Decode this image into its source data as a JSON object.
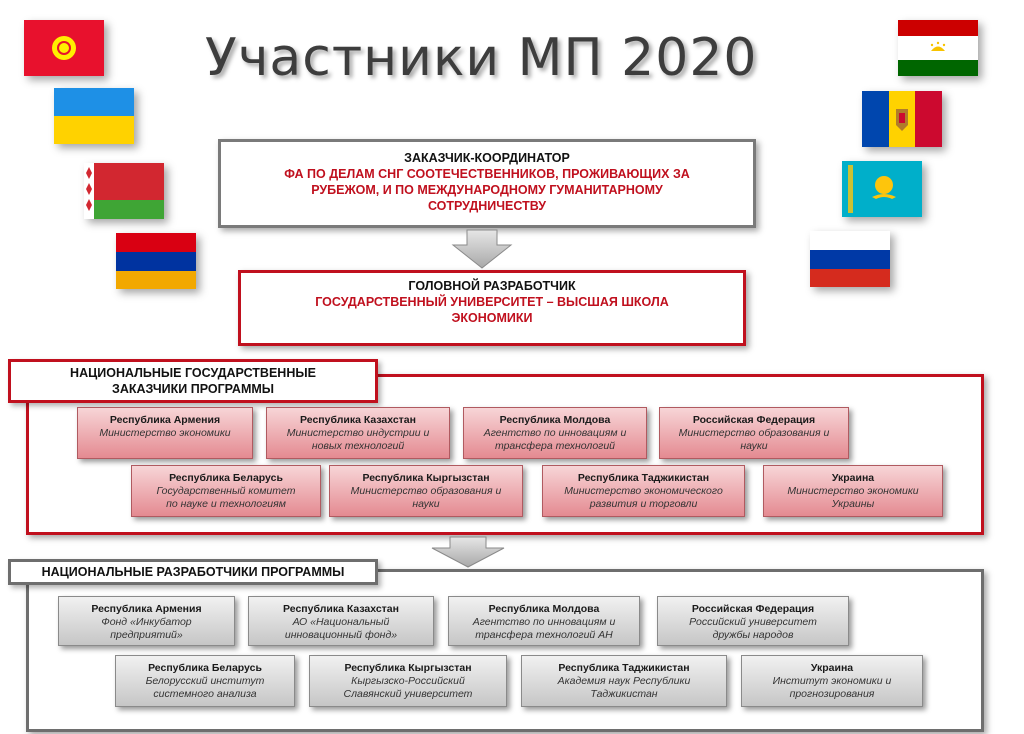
{
  "title": "Участники МП 2020",
  "flags_left": [
    "flag-kyrgyzstan",
    "flag-ukraine",
    "flag-belarus",
    "flag-armenia"
  ],
  "flags_right": [
    "flag-tajikistan",
    "flag-moldova",
    "flag-kazakhstan",
    "flag-russia"
  ],
  "coordinator": {
    "label": "ЗАКАЗЧИК-КООРДИНАТОР",
    "org_lines": [
      "ФА ПО ДЕЛАМ СНГ СООТЕЧЕСТВЕННИКОВ, ПРОЖИВАЮЩИХ ЗА",
      "РУБЕЖОМ, И ПО МЕЖДУНАРОДНОМУ ГУМАНИТАРНОМУ",
      "СОТРУДНИЧЕСТВУ"
    ]
  },
  "developer": {
    "label": "ГОЛОВНОЙ РАЗРАБОТЧИК",
    "org_lines": [
      "ГОСУДАРСТВЕННЫЙ УНИВЕРСИТЕТ – ВЫСШАЯ ШКОЛА",
      "ЭКОНОМИКИ"
    ]
  },
  "customers": {
    "label_lines": [
      "НАЦИОНАЛЬНЫЕ ГОСУДАРСТВЕННЫЕ",
      "ЗАКАЗЧИКИ ПРОГРАММЫ"
    ],
    "cards": [
      {
        "country": "Республика Армения",
        "org_lines": [
          "Министерство экономики"
        ]
      },
      {
        "country": "Республика Казахстан",
        "org_lines": [
          "Министерство индустрии и",
          "новых технологий"
        ]
      },
      {
        "country": "Республика Молдова",
        "org_lines": [
          "Агентство по инновациям и",
          "трансфера технологий"
        ]
      },
      {
        "country": "Российская Федерация",
        "org_lines": [
          "Министерство образования и",
          "науки"
        ]
      },
      {
        "country": "Республика Беларусь",
        "org_lines": [
          "Государственный комитет",
          "по науке и технологиям"
        ]
      },
      {
        "country": "Республика Кыргызстан",
        "org_lines": [
          "Министерство образования и",
          "науки"
        ]
      },
      {
        "country": "Республика Таджикистан",
        "org_lines": [
          "Министерство экономического",
          "развития и торговли"
        ]
      },
      {
        "country": "Украина",
        "org_lines": [
          "Министерство экономики",
          "Украины"
        ]
      }
    ]
  },
  "developers": {
    "label": "НАЦИОНАЛЬНЫЕ РАЗРАБОТЧИКИ ПРОГРАММЫ",
    "cards": [
      {
        "country": "Республика Армения",
        "org_lines": [
          "Фонд «Инкубатор",
          "предприятий»"
        ]
      },
      {
        "country": "Республика Казахстан",
        "org_lines": [
          "АО «Национальный",
          "инновационный фонд»"
        ]
      },
      {
        "country": "Республика Молдова",
        "org_lines": [
          "Агентство по инновациям и",
          "трансфера технологий АН"
        ]
      },
      {
        "country": "Российская Федерация",
        "org_lines": [
          "Российский университет",
          "дружбы народов"
        ]
      },
      {
        "country": "Республика Беларусь",
        "org_lines": [
          "Белорусский институт",
          "системного анализа"
        ]
      },
      {
        "country": "Республика Кыргызстан",
        "org_lines": [
          "Кыргызско-Российский",
          "Славянский университет"
        ]
      },
      {
        "country": "Республика Таджикистан",
        "org_lines": [
          "Академия наук Республики",
          "Таджикистан"
        ]
      },
      {
        "country": "Украина",
        "org_lines": [
          "Институт экономики и",
          "прогнозирования"
        ]
      }
    ]
  }
}
